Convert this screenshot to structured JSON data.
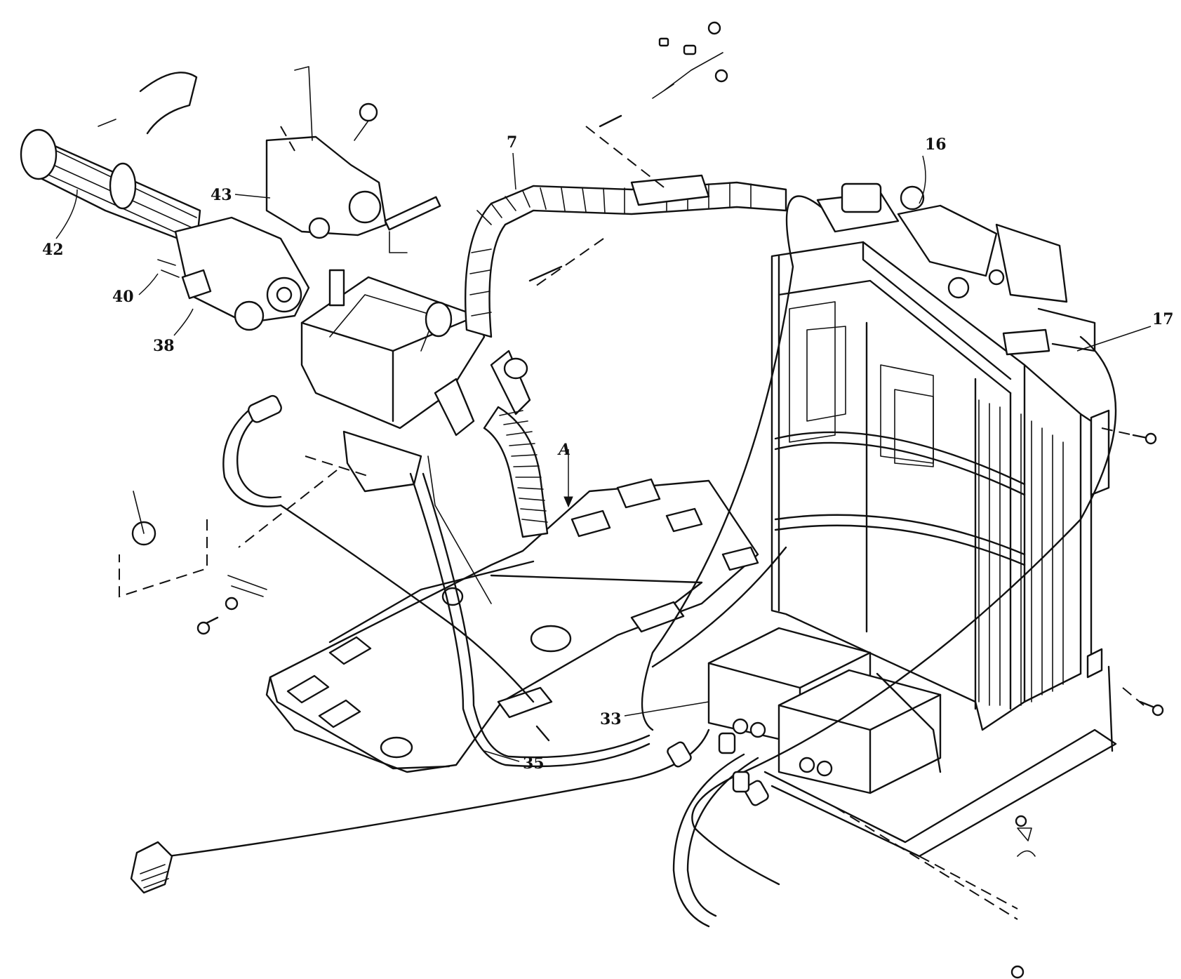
{
  "callouts": [
    {
      "id": "c42",
      "label": "42"
    },
    {
      "id": "c43",
      "label": "43"
    },
    {
      "id": "c40",
      "label": "40"
    },
    {
      "id": "c38",
      "label": "38"
    },
    {
      "id": "c7",
      "label": "7"
    },
    {
      "id": "c16",
      "label": "16"
    },
    {
      "id": "c17",
      "label": "17"
    },
    {
      "id": "c33",
      "label": "33"
    },
    {
      "id": "c35",
      "label": "35"
    },
    {
      "id": "cA",
      "label": "A"
    }
  ]
}
